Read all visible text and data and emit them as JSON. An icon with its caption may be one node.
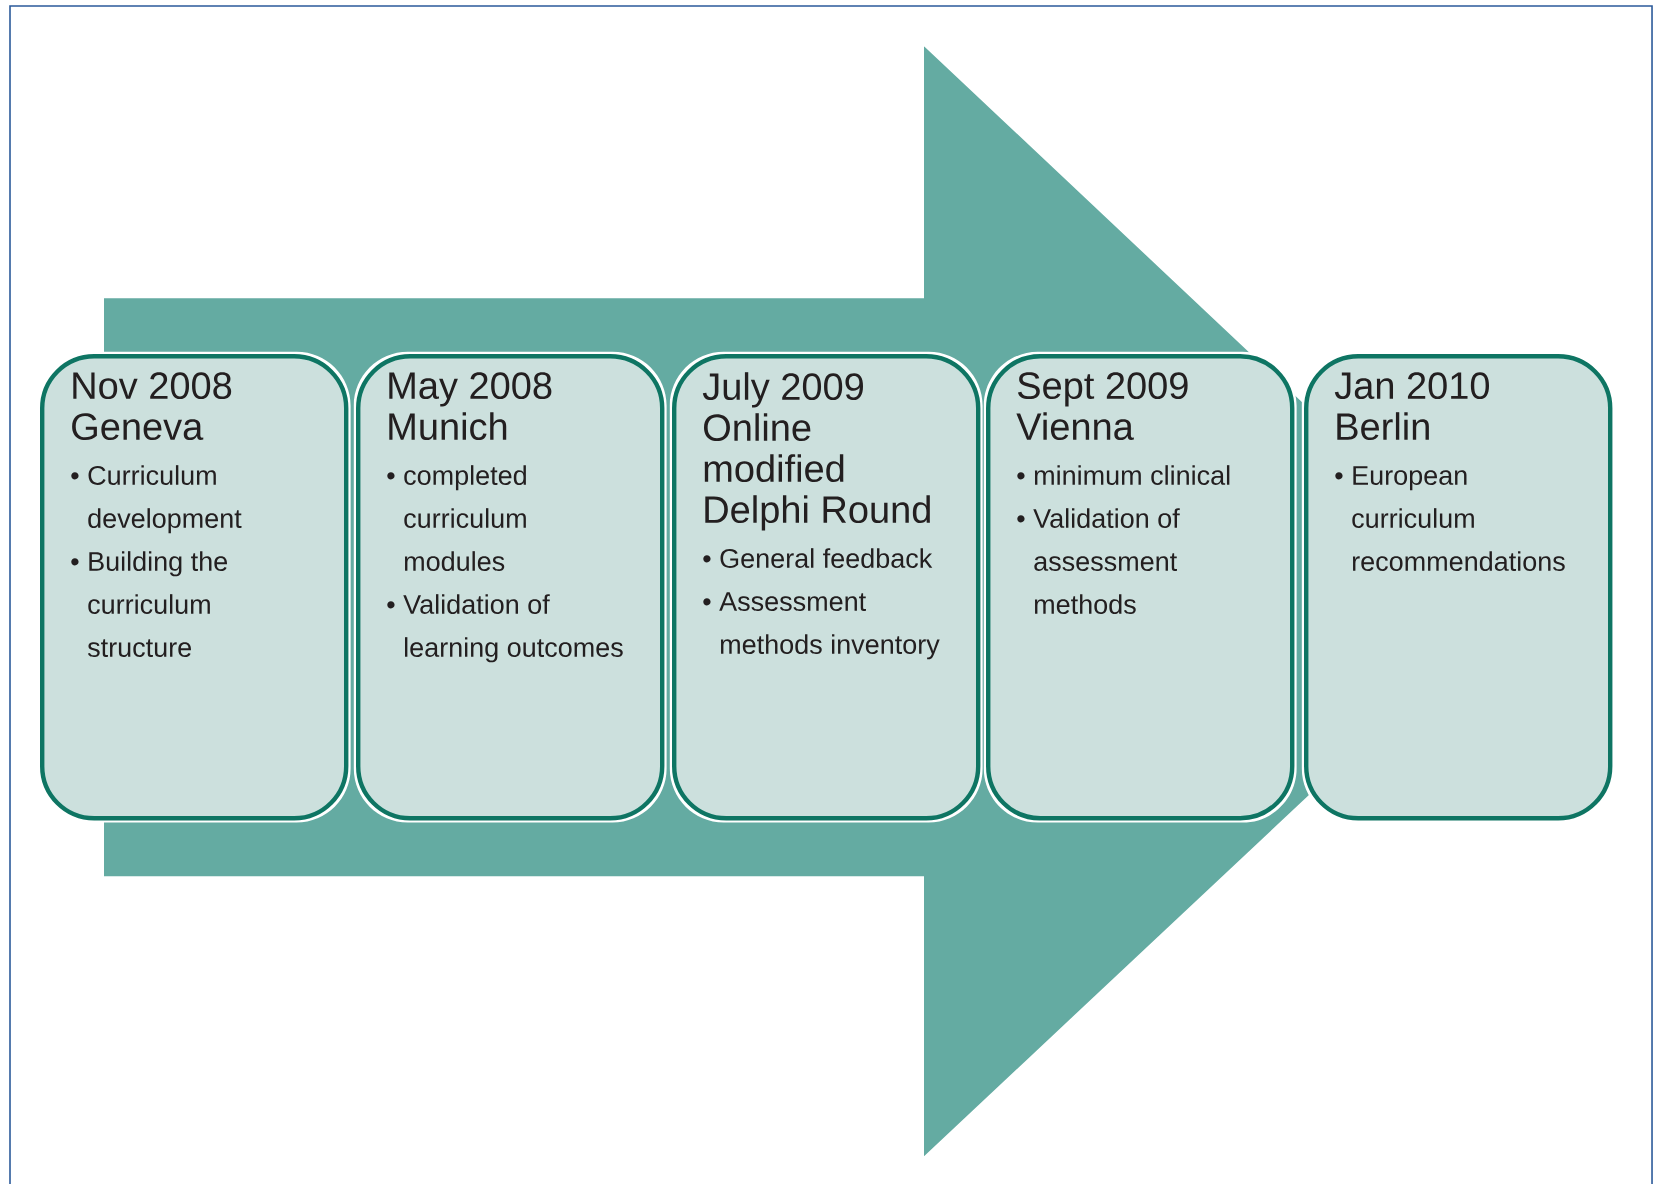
{
  "diagram": {
    "nodes": [
      {
        "text": [
          "Nov 2008 Geneva",
          "• Curriculum development",
          "• Building the curriculum structure"
        ]
      },
      {
        "text": [
          "May 2008 Munich",
          "• completed curriculum modules",
          "• Validation of learning outcomes"
        ]
      },
      {
        "text": [
          "July 2009 Online modified Delphi Round",
          "• General feedback",
          "• Assessment methods inventory"
        ]
      },
      {
        "text": [
          "Sept 2009 Vienna",
          "• minimum clinical",
          "• Validation of assessment methods"
        ]
      },
      {
        "text": [
          "Jan 2010 Berlin",
          "• European curriculum recommendations"
        ]
      }
    ],
    "edges": [
      {
        "from": 0,
        "to": 4,
        "arrow": "to"
      }
    ]
  }
}
